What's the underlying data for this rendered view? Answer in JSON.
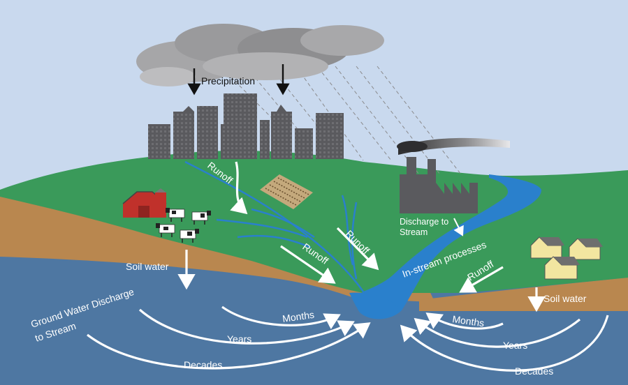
{
  "labels": {
    "precipitation": "Precipitation",
    "runoff": "Runoff",
    "discharge_to_stream_line1": "Discharge to",
    "discharge_to_stream_line2": "Stream",
    "in_stream_processes": "In-stream processes",
    "soil_water": "Soil water",
    "ground_water_line1": "Ground Water Discharge",
    "ground_water_line2": "to Stream",
    "months": "Months",
    "years": "Years",
    "decades": "Decades"
  },
  "colors": {
    "sky": "#c9d9ee",
    "land": "#3a9a5a",
    "soil": "#b9874f",
    "groundwater": "#4e77a2",
    "stream": "#2a80cc",
    "building": "#5a5a5e",
    "cloud": "#9a9a9c"
  }
}
